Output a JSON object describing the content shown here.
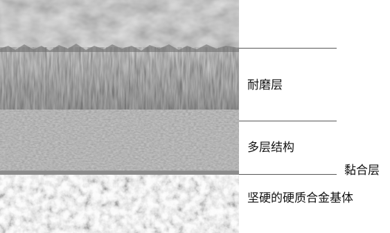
{
  "layers": [
    {
      "key": "wear",
      "label": "耐磨层"
    },
    {
      "key": "multi",
      "label": "多层结构"
    },
    {
      "key": "bond",
      "label": "黏合层"
    },
    {
      "key": "substrate",
      "label": "坚硬的硬质合金基体"
    }
  ],
  "colors": {
    "background": "#ffffff",
    "leader_line": "#555555",
    "label_text": "#111111"
  }
}
